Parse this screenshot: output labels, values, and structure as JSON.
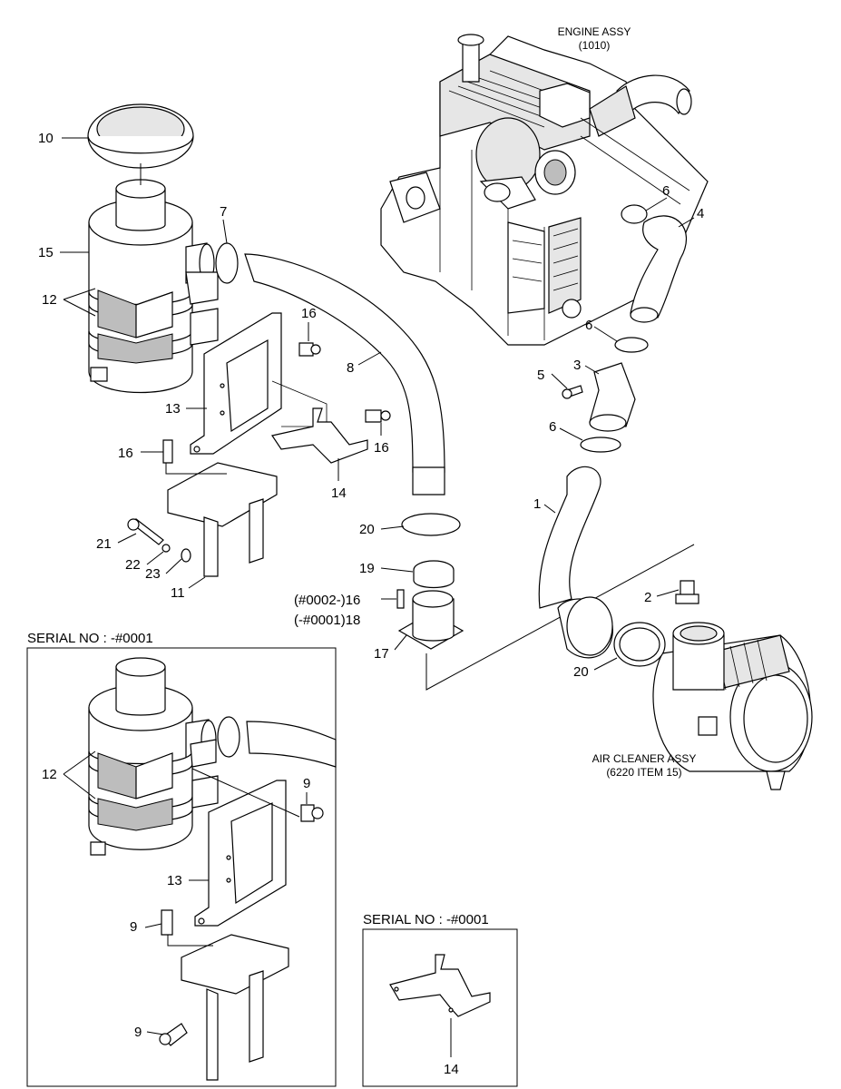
{
  "captions": {
    "engine_assy": [
      "ENGINE ASSY",
      "(1010)"
    ],
    "air_cleaner_assy": [
      "AIR CLEANER ASSY",
      "(6220 ITEM 15)"
    ]
  },
  "serial_boxes": {
    "left": "SERIAL NO : -#0001",
    "right": "SERIAL NO : -#0001"
  },
  "callouts": {
    "c10": "10",
    "c15": "15",
    "c12": "12",
    "c7": "7",
    "c16a": "16",
    "c8": "8",
    "c13": "13",
    "c16b": "16",
    "c16c": "16",
    "c14": "14",
    "c21": "21",
    "c22": "22",
    "c23": "23",
    "c11": "11",
    "c20a": "20",
    "c19": "19",
    "c16d": "(#0002-)16",
    "c18": "(-#0001)18",
    "c17": "17",
    "c6a": "6",
    "c4": "4",
    "c6b": "6",
    "c5": "5",
    "c3": "3",
    "c6c": "6",
    "c1": "1",
    "c2": "2",
    "c20b": "20",
    "s12": "12",
    "s9a": "9",
    "s13": "13",
    "s9b": "9",
    "s9c": "9",
    "s14": "14"
  }
}
